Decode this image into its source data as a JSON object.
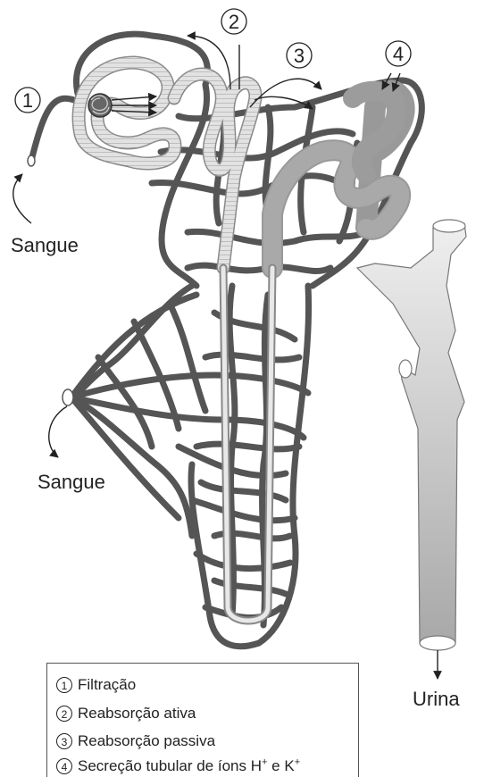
{
  "labels": {
    "blood_top": "Sangue",
    "blood_left": "Sangue",
    "urine": "Urina"
  },
  "markers": {
    "m1": "1",
    "m2": "2",
    "m3": "3",
    "m4": "4"
  },
  "legend": {
    "items": [
      {
        "num": "1",
        "text": "Filtração"
      },
      {
        "num": "2",
        "text": "Reabsorção ativa"
      },
      {
        "num": "3",
        "text": "Reabsorção passiva"
      },
      {
        "num": "4",
        "text": "Secreção tubular de íons H",
        "sup1": "+",
        "mid": " e K",
        "sup2": "+"
      }
    ]
  },
  "colors": {
    "vessel": "#555555",
    "tubule_fill": "#d8d8d8",
    "collecting_duct": "#e6e6e6",
    "distal_tubule": "#a9a9a9"
  }
}
